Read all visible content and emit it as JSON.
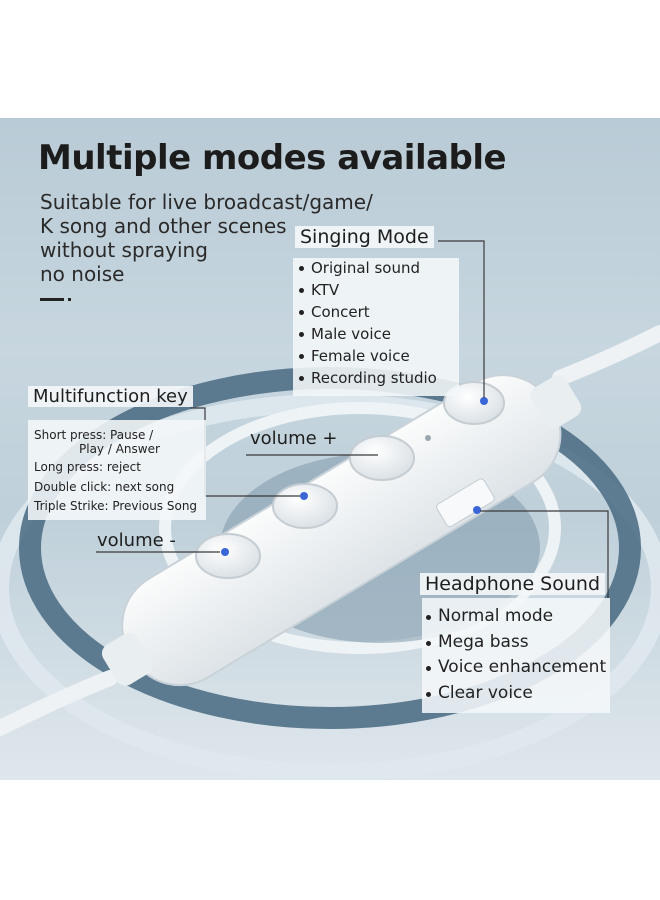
{
  "headline": "Multiple modes available",
  "subtitle_lines": [
    "Suitable for live broadcast/game/",
    "K song and other scenes",
    "without spraying",
    "no noise"
  ],
  "singing_mode": {
    "title": "Singing Mode",
    "items": [
      "Original sound",
      "KTV",
      "Concert",
      "Male voice",
      "Female voice",
      "Recording studio"
    ]
  },
  "multifunction_key": {
    "title": "Multifunction key",
    "lines": [
      "Short press: Pause /",
      "Play / Answer",
      "Long press: reject",
      "Double click:  next song",
      "Triple Strike:  Previous Song"
    ]
  },
  "volume_plus_label": "volume +",
  "volume_minus_label": "volume -",
  "headphone_sound": {
    "title": "Headphone Sound",
    "items": [
      "Normal mode",
      "Mega bass",
      "Voice  enhancement",
      "Clear voice"
    ]
  },
  "colors": {
    "accent_blue": "#3a66d8",
    "ring_blue": "#4f6f86",
    "remote_white": "#f4f6f7"
  }
}
